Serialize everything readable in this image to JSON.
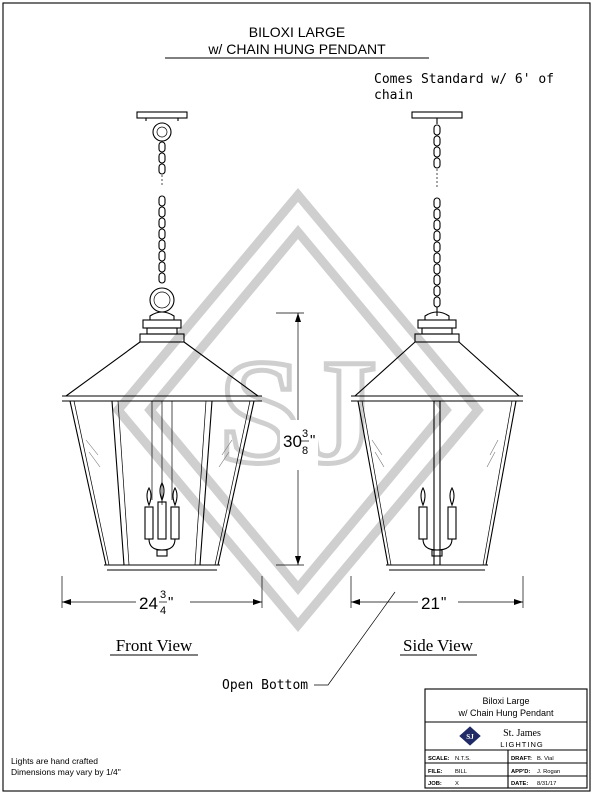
{
  "title": {
    "line1": "BILOXI LARGE",
    "line2": "w/ CHAIN HUNG PENDANT"
  },
  "note": {
    "line1": "Comes Standard w/ 6' of",
    "line2": "chain"
  },
  "watermark": {
    "letters": "SJ"
  },
  "dimensions": {
    "height": {
      "whole": "30",
      "num": "3",
      "den": "8",
      "unit": "\""
    },
    "front_width": {
      "whole": "24",
      "num": "3",
      "den": "4",
      "unit": "\""
    },
    "side_width": {
      "whole": "21",
      "unit": "\""
    }
  },
  "views": {
    "front": "Front View",
    "side": "Side View"
  },
  "callout": {
    "open_bottom": "Open Bottom"
  },
  "disclaimer": {
    "line1": "Lights are hand crafted",
    "line2": "Dimensions may vary by 1/4\""
  },
  "title_block": {
    "name_line1": "Biloxi Large",
    "name_line2": "w/ Chain Hung Pendant",
    "logo_letters": "SJ",
    "company_line1": "St. James",
    "company_line2": "LIGHTING",
    "rows": [
      {
        "l_label": "SCALE:",
        "l_value": "N.T.S.",
        "r_label": "DRAFT:",
        "r_value": "B. Vial"
      },
      {
        "l_label": "FILE:",
        "l_value": "BILL",
        "r_label": "APP'D:",
        "r_value": "J. Rogan"
      },
      {
        "l_label": "JOB:",
        "l_value": "X",
        "r_label": "DATE:",
        "r_value": "8/31/17"
      }
    ],
    "colors": {
      "logo": "#1f2a66"
    }
  }
}
